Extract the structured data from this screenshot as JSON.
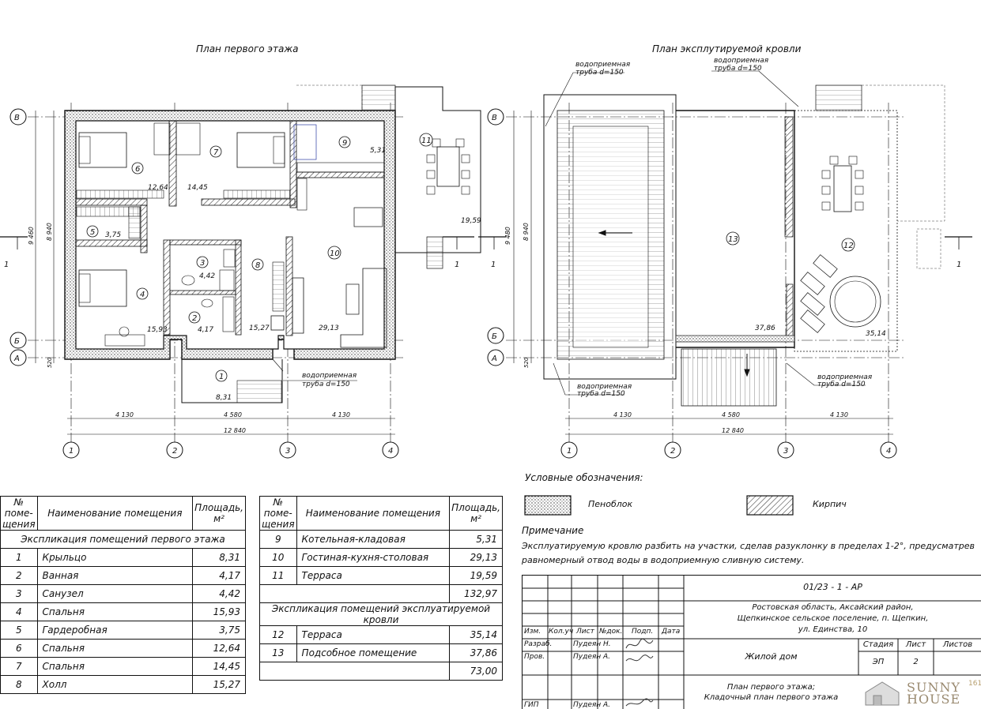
{
  "titles": {
    "plan1": "План первого этажа",
    "plan2": "План эксплутируемой кровли"
  },
  "axes": {
    "rows": [
      "В",
      "Б",
      "А"
    ],
    "cols": [
      "1",
      "2",
      "3",
      "4"
    ],
    "cut": "1"
  },
  "dims": {
    "spans": [
      "4 130",
      "4 580",
      "4 130"
    ],
    "total": "12 840",
    "vertical_left": [
      "9 460",
      "8 940"
    ],
    "vertical_right": [
      "9 480",
      "8 940"
    ],
    "small": "520"
  },
  "plan1_rooms": [
    {
      "n": "6",
      "area": "12,64"
    },
    {
      "n": "7",
      "area": "14,45"
    },
    {
      "n": "9",
      "area": "5,31"
    },
    {
      "n": "11",
      "area": "19,59"
    },
    {
      "n": "5",
      "area": "3,75"
    },
    {
      "n": "3",
      "area": "4,42"
    },
    {
      "n": "8",
      "area": "15,27"
    },
    {
      "n": "10",
      "area": "29,13"
    },
    {
      "n": "4",
      "area": "15,93"
    },
    {
      "n": "2",
      "area": "4,17"
    },
    {
      "n": "1",
      "area": "8,31"
    }
  ],
  "plan2_rooms": [
    {
      "n": "13",
      "area": "37,86"
    },
    {
      "n": "12",
      "area": "35,14"
    }
  ],
  "pipe_label": [
    "водоприемная",
    "труба d=150"
  ],
  "table1": {
    "headers": [
      "№ поме-щения",
      "Наименование помещения",
      "Площадь, м²"
    ],
    "section": "Экспликация помещений первого этажа",
    "rows": [
      [
        "1",
        "Крыльцо",
        "8,31"
      ],
      [
        "2",
        "Ванная",
        "4,17"
      ],
      [
        "3",
        "Санузел",
        "4,42"
      ],
      [
        "4",
        "Спальня",
        "15,93"
      ],
      [
        "5",
        "Гардеробная",
        "3,75"
      ],
      [
        "6",
        "Спальня",
        "12,64"
      ],
      [
        "7",
        "Спальня",
        "14,45"
      ],
      [
        "8",
        "Холл",
        "15,27"
      ]
    ]
  },
  "table2": {
    "headers": [
      "№ поме-щения",
      "Наименование помещения",
      "Площадь, м²"
    ],
    "rows": [
      [
        "9",
        "Котельная-кладовая",
        "5,31"
      ],
      [
        "10",
        "Гостиная-кухня-столовая",
        "29,13"
      ],
      [
        "11",
        "Терраса",
        "19,59"
      ]
    ],
    "total1": "132,97",
    "section2": "Экспликация помещений эксплуатируемой кровли",
    "rows2": [
      [
        "12",
        "Терраса",
        "35,14"
      ],
      [
        "13",
        "Подсобное помещение",
        "37,86"
      ]
    ],
    "total2": "73,00"
  },
  "legend": {
    "title": "Условные обозначения:",
    "items": [
      "Пеноблок",
      "Кирпич"
    ]
  },
  "note": {
    "title": "Примечание",
    "line1": "Эксплуатируемую кровлю разбить на участки, сделав разуклонку в пределах 1-2°, предусматрев",
    "line2": "равномерный отвод воды в водоприемную сливную систему."
  },
  "stamp": {
    "code": "01/23 - 1 - АР",
    "address": [
      "Ростовская область, Аксайский район,",
      "Щепкинское сельское поселение, п. Щепкин,",
      "ул. Единства, 10"
    ],
    "cols": [
      "Изм.",
      "Кол.уч",
      "Лист",
      "№док.",
      "Подп.",
      "Дата"
    ],
    "roles": [
      {
        "role": "Разраб.",
        "name": "Пудеян Н."
      },
      {
        "role": "Пров.",
        "name": "Пудеян А."
      },
      {
        "role": "ГИП",
        "name": "Пудеян А."
      }
    ],
    "object": "Жилой дом",
    "stage_hdr": [
      "Стадия",
      "Лист",
      "Листов"
    ],
    "stage_val": [
      "ЭП",
      "2",
      ""
    ],
    "sheet_title": [
      "План первого этажа;",
      "Кладочный план первого этажа"
    ]
  },
  "logo": {
    "text": "SUNNY HOUSE",
    "num": "161"
  }
}
